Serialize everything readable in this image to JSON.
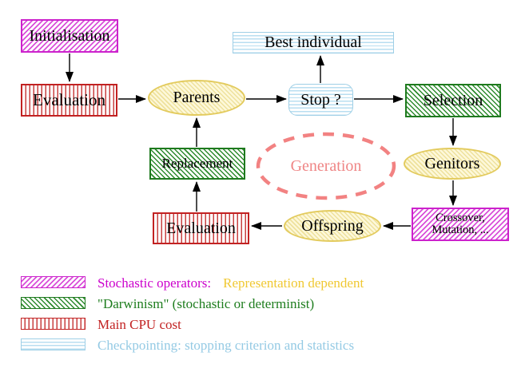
{
  "nodes": {
    "initialisation": {
      "label": "Initialisation"
    },
    "evaluation_top": {
      "label": "Evaluation"
    },
    "parents": {
      "label": "Parents"
    },
    "best_individual": {
      "label": "Best individual"
    },
    "stop": {
      "label": "Stop ?"
    },
    "selection": {
      "label": "Selection"
    },
    "replacement": {
      "label": "Replacement"
    },
    "generation": {
      "label": "Generation"
    },
    "genitors": {
      "label": "Genitors"
    },
    "evaluation_bottom": {
      "label": "Evaluation"
    },
    "offspring": {
      "label": "Offspring"
    },
    "crossover": {
      "line1": "Crossover,",
      "line2": "Mutation, ..."
    }
  },
  "edges": [
    {
      "from": "initialisation",
      "to": "evaluation_top"
    },
    {
      "from": "evaluation_top",
      "to": "parents"
    },
    {
      "from": "parents",
      "to": "stop"
    },
    {
      "from": "stop",
      "to": "best_individual"
    },
    {
      "from": "stop",
      "to": "selection"
    },
    {
      "from": "selection",
      "to": "genitors"
    },
    {
      "from": "genitors",
      "to": "crossover"
    },
    {
      "from": "crossover",
      "to": "offspring"
    },
    {
      "from": "offspring",
      "to": "evaluation_bottom"
    },
    {
      "from": "evaluation_bottom",
      "to": "replacement"
    },
    {
      "from": "replacement",
      "to": "parents"
    }
  ],
  "legend": {
    "items": [
      {
        "pattern": "magenta-hatch",
        "label": "Stochastic operators:",
        "label2": "Representation dependent"
      },
      {
        "pattern": "green-hatch",
        "label": "\"Darwinism\" (stochastic or determinist)"
      },
      {
        "pattern": "red-stripes",
        "label": "Main CPU cost"
      },
      {
        "pattern": "cyan-stripes",
        "label": "Checkpointing: stopping criterion and statistics"
      }
    ]
  },
  "colors": {
    "magenta": "#cc22cc",
    "green": "#1e7a1e",
    "red": "#c22222",
    "light_blue": "#9fcfe6",
    "yellow_border": "#e3cb5e",
    "yellow_text": "#f0c832",
    "salmon": "#f08080",
    "black_text": "#000000",
    "background": "#ffffff"
  }
}
